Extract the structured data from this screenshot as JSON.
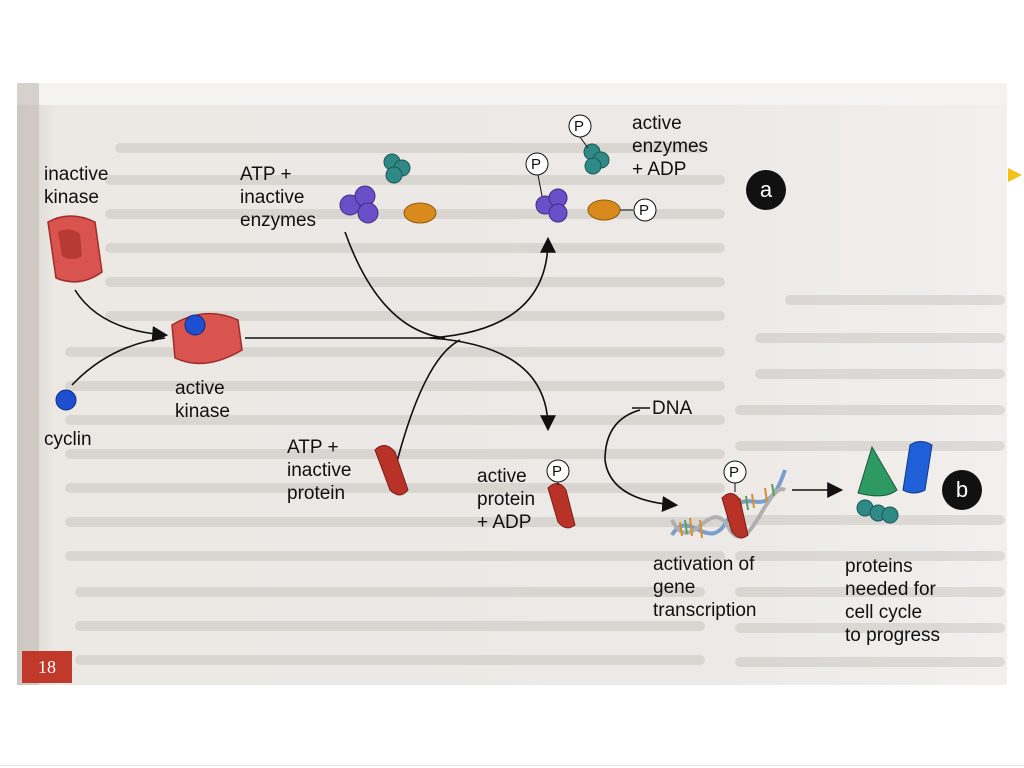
{
  "labels": {
    "inactive_kinase": "inactive\nkinase",
    "atp_inactive_enzymes": "ATP +\ninactive\nenzymes",
    "active_enzymes_adp": "active\nenzymes\n+ ADP",
    "active_kinase": "active\nkinase",
    "cyclin": "cyclin",
    "atp_inactive_protein": "ATP +\ninactive\nprotein",
    "active_protein_adp": "active\nprotein\n+ ADP",
    "dna": "DNA",
    "activation_gene_transcription": "activation of\ngene\ntranscription",
    "proteins_cell_cycle": "proteins\nneeded for\ncell cycle\nto progress",
    "phosphate": "P"
  },
  "panel_labels": {
    "a": "a",
    "b": "b"
  },
  "page_number": "18",
  "colors": {
    "kinase": "#d9534f",
    "cyclin": "#1f4fd1",
    "enzyme_teal": "#2f8a86",
    "enzyme_purple": "#6a4fc8",
    "enzyme_orange": "#d98a1c",
    "protein_red": "#b83228",
    "cone_green": "#2e9a63",
    "cylinder_blue": "#1f5fd8",
    "background_paper": "#ece8e4"
  }
}
